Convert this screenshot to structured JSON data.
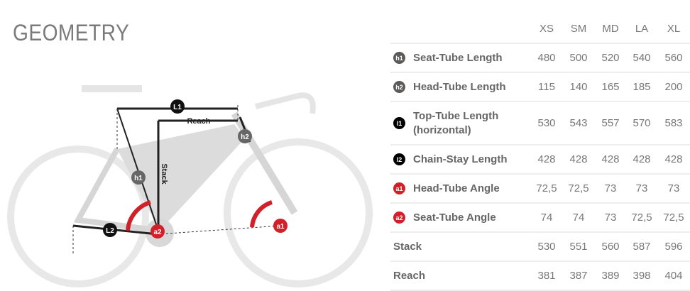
{
  "title": "GEOMETRY",
  "diagram": {
    "l1": "L1",
    "reach": "Reach",
    "h2": "h2",
    "stack": "Stack",
    "h1": "h1",
    "l2": "L2",
    "a2": "a2",
    "a1": "a1"
  },
  "colors": {
    "grey_badge": "#5c5a58",
    "black_badge": "#000000",
    "red_badge": "#d0202a"
  },
  "table": {
    "sizes": [
      "XS",
      "SM",
      "MD",
      "LA",
      "XL"
    ],
    "rows": [
      {
        "badge": "h1",
        "label": "Seat-Tube Length",
        "values": [
          "480",
          "500",
          "520",
          "540",
          "560"
        ]
      },
      {
        "badge": "h2",
        "label": "Head-Tube Length",
        "values": [
          "115",
          "140",
          "165",
          "185",
          "200"
        ]
      },
      {
        "badge": "l1",
        "label": "Top-Tube Length",
        "label2": "(horizontal)",
        "values": [
          "530",
          "543",
          "557",
          "570",
          "583"
        ]
      },
      {
        "badge": "l2",
        "label": "Chain-Stay Length",
        "values": [
          "428",
          "428",
          "428",
          "428",
          "428"
        ]
      },
      {
        "badge": "a1",
        "label": "Head-Tube Angle",
        "values": [
          "72,5",
          "72,5",
          "73",
          "73",
          "73"
        ]
      },
      {
        "badge": "a2",
        "label": "Seat-Tube Angle",
        "values": [
          "74",
          "74",
          "73",
          "72,5",
          "72,5"
        ]
      },
      {
        "label": "Stack",
        "values": [
          "530",
          "551",
          "560",
          "587",
          "596"
        ]
      },
      {
        "label": "Reach",
        "values": [
          "381",
          "387",
          "389",
          "398",
          "404"
        ]
      }
    ]
  }
}
